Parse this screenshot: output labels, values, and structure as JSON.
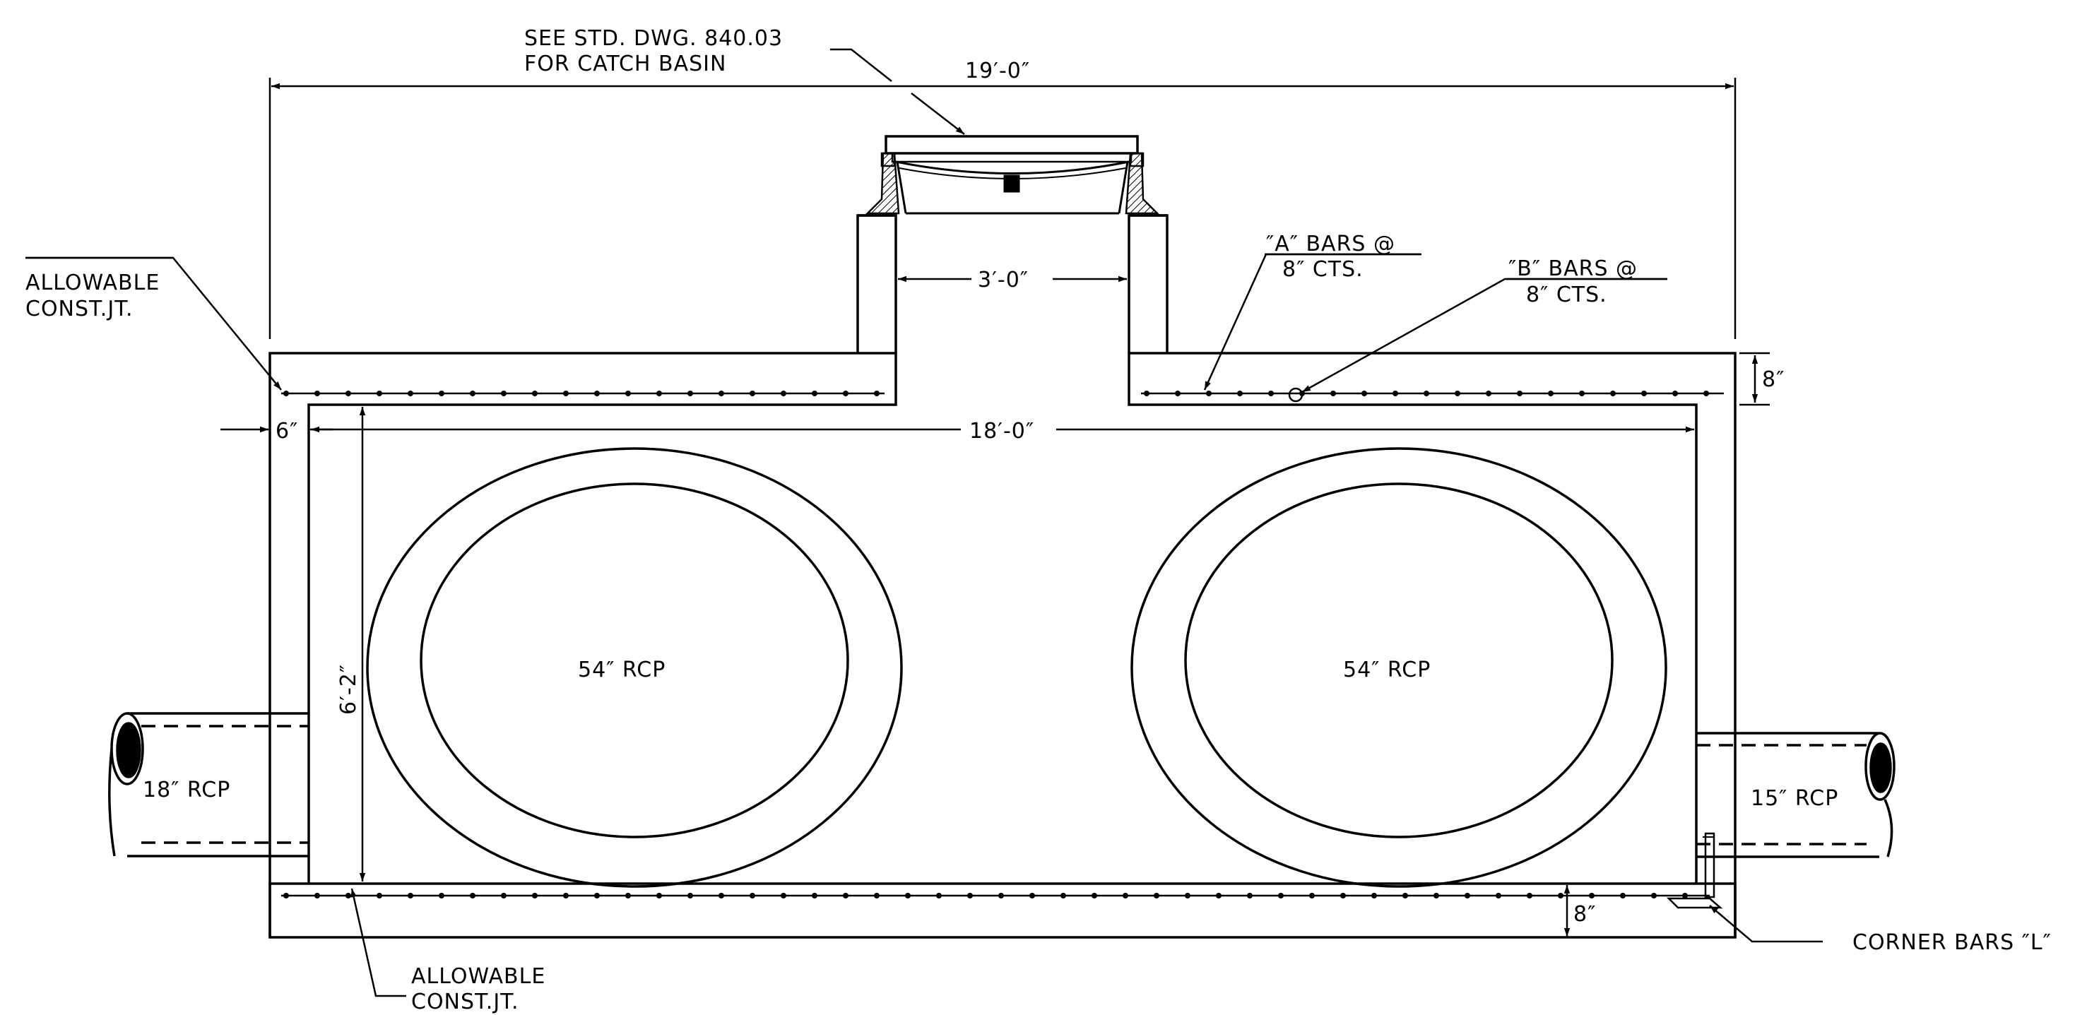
{
  "labels": {
    "std_dwg_line1": "SEE STD. DWG. 840.03",
    "std_dwg_line2": "FOR CATCH BASIN",
    "overall_width": "19′-0″",
    "opening_width": "3′-0″",
    "a_bars_line1": "″A″ BARS @",
    "a_bars_line2": "8″ CTS.",
    "b_bars_line1": "″B″ BARS @",
    "b_bars_line2": "8″ CTS.",
    "const_jt_top_line1": "ALLOWABLE",
    "const_jt_top_line2": "CONST.JT.",
    "top_slab_thickness": "8″",
    "wall_thickness": "6″",
    "inside_width": "18′-0″",
    "inside_height": "6′-2″",
    "left_big_pipe": "54″ RCP",
    "right_big_pipe": "54″ RCP",
    "left_small_pipe": "18″ RCP",
    "right_small_pipe": "15″ RCP",
    "bottom_slab_thickness": "8″",
    "corner_bars": "CORNER BARS ″L″",
    "const_jt_bottom_line1": "ALLOWABLE",
    "const_jt_bottom_line2": "CONST.JT."
  }
}
